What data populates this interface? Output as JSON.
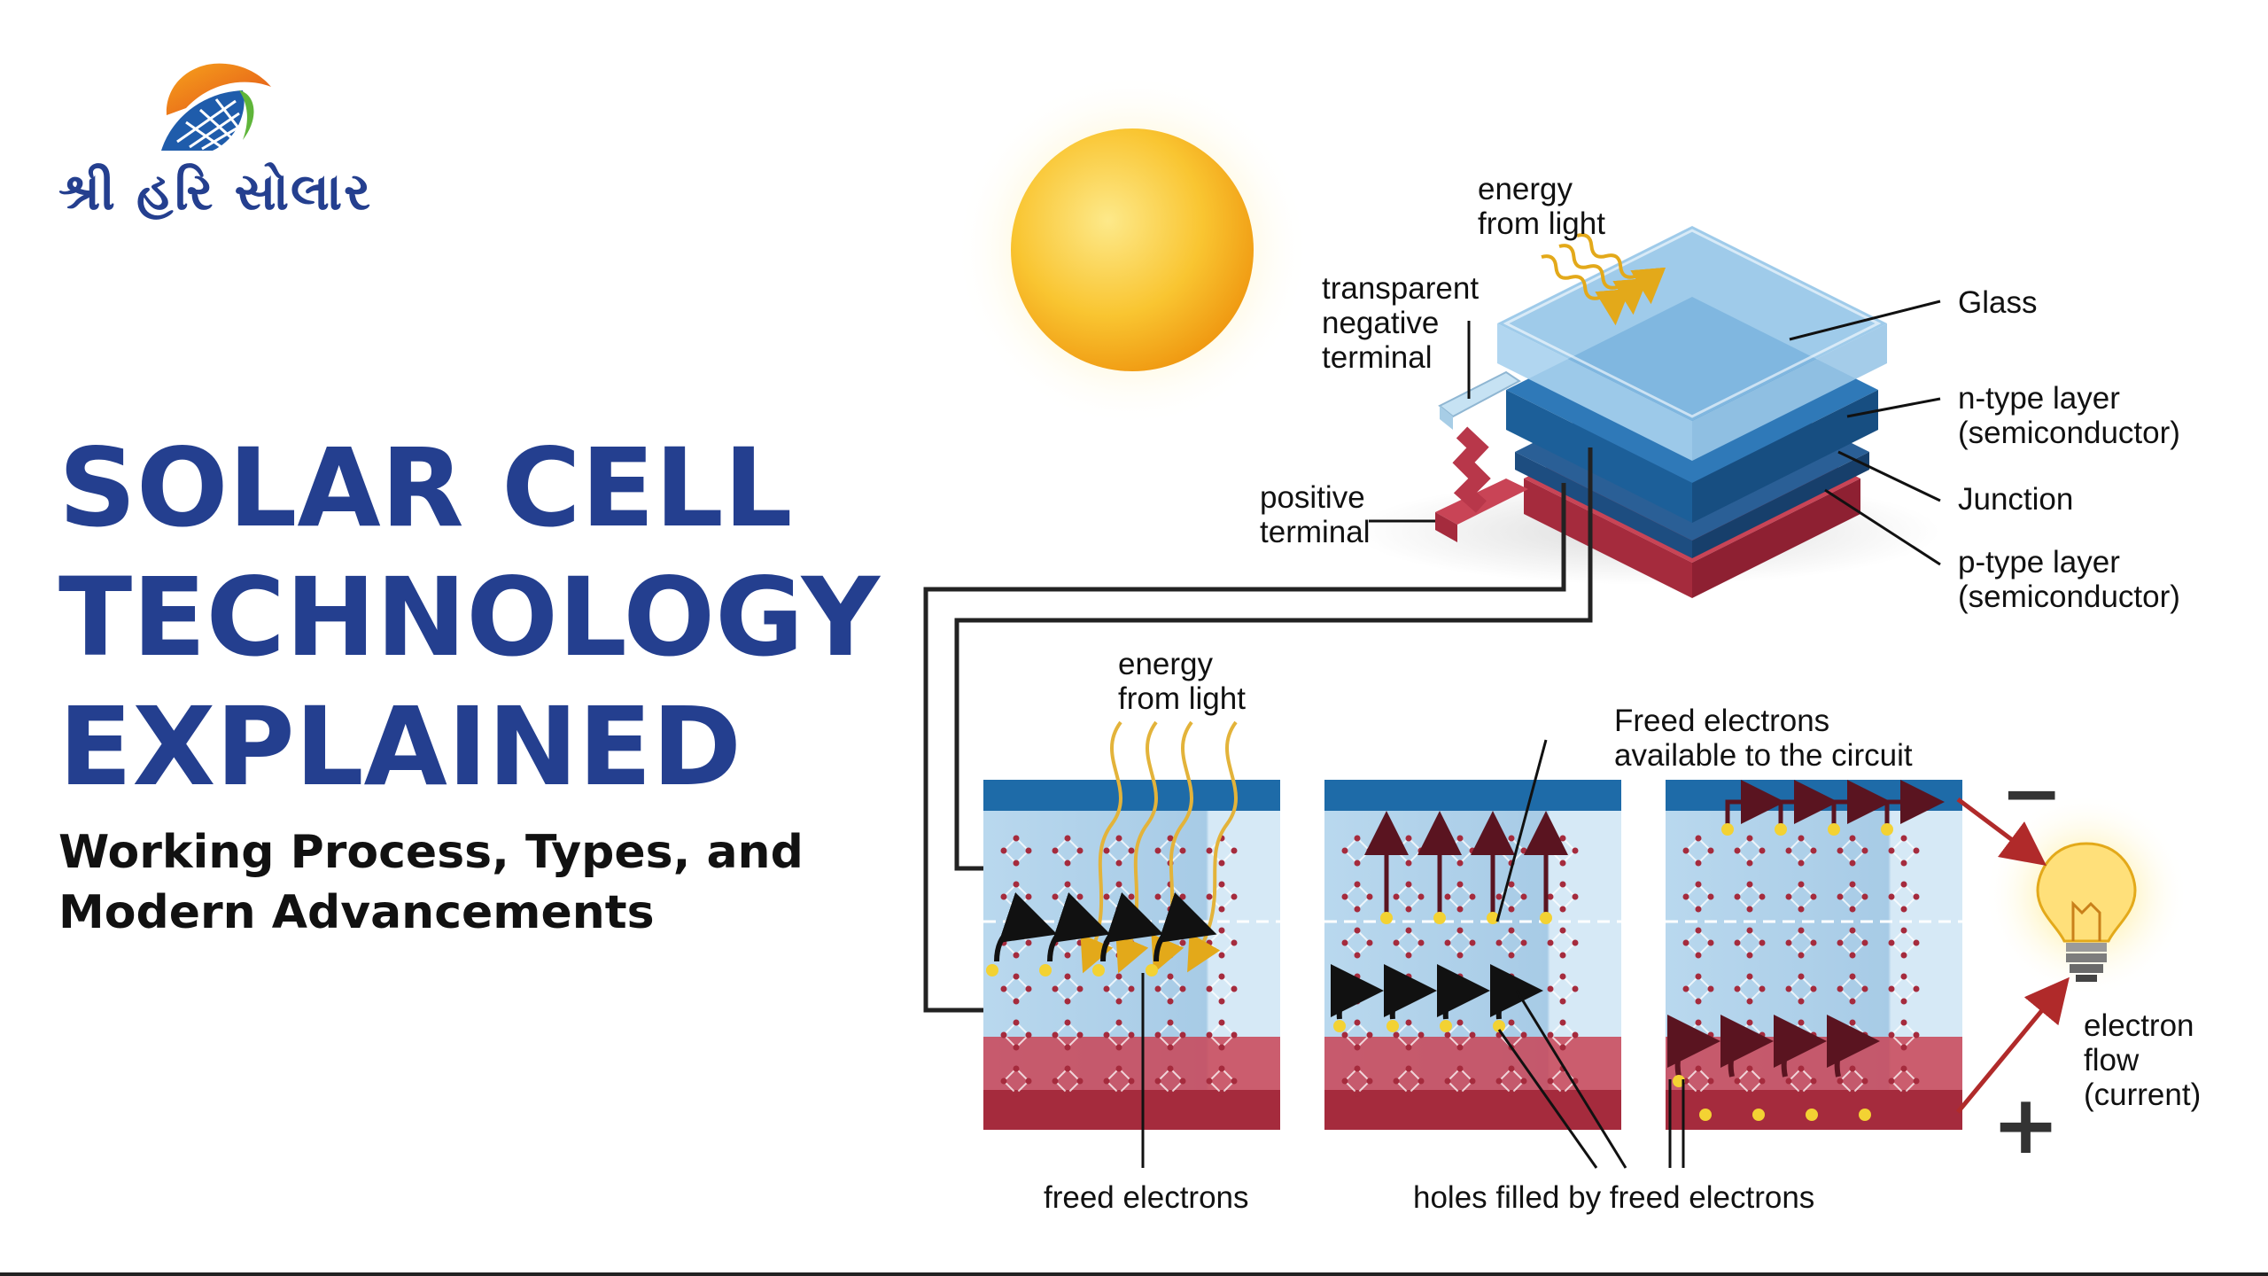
{
  "brand": {
    "name": "શ્રી હરિ સોલાર"
  },
  "title": {
    "line1": "SOLAR CELL",
    "line2": "TECHNOLOGY",
    "line3": "EXPLAINED"
  },
  "subtitle": {
    "line1": "Working Process, Types, and",
    "line2": "Modern Advancements"
  },
  "diagram": {
    "energy_from_light_top": [
      "energy",
      "from light"
    ],
    "transparent_negative_terminal": [
      "transparent",
      "negative",
      "terminal"
    ],
    "positive_terminal": [
      "positive",
      "terminal"
    ],
    "glass": "Glass",
    "n_type_layer": [
      "n-type layer",
      "(semiconductor)"
    ],
    "junction": "Junction",
    "p_type_layer": [
      "p-type layer",
      "(semiconductor)"
    ],
    "energy_from_light_bottom": [
      "energy",
      "from light"
    ],
    "freed_electrons_available": [
      "Freed electrons",
      "available to the circuit"
    ],
    "freed_electrons": "freed electrons",
    "holes_filled": "holes filled by freed electrons",
    "electron_flow": [
      "electron",
      "flow",
      "(current)"
    ],
    "minus_sign": "−",
    "plus_sign": "+"
  },
  "colors": {
    "brand_blue": "#243f8f",
    "n_layer_blue": "#1f6aa5",
    "p_layer_red": "#b8374a",
    "sun_yellow": "#f6b91c",
    "electron_yellow": "#f3d233",
    "arrow_dark_red": "#5a1420"
  },
  "icons": [
    "sun-logo-icon",
    "solar-panel-logo-icon",
    "sun-icon",
    "light-bulb-icon"
  ]
}
